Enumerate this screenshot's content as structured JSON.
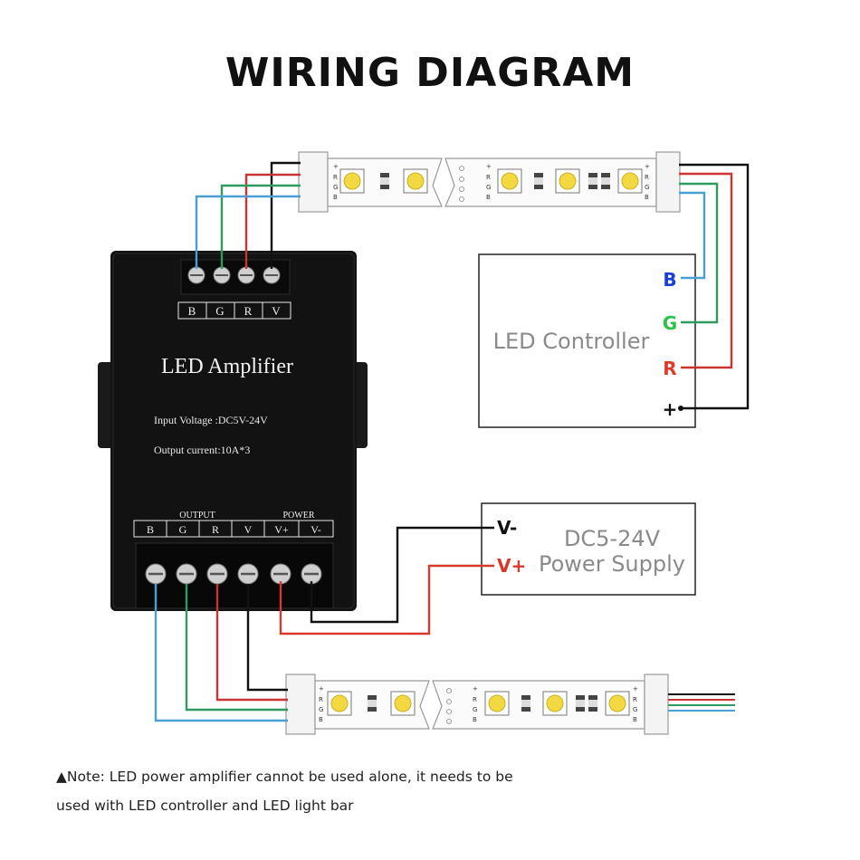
{
  "title": "WIRING DIAGRAM",
  "amplifier": {
    "name": "LED Amplifier",
    "input_voltage": "Input Voltage :DC5V-24V",
    "output_current": "Output current:10A*3",
    "input_terminals": [
      "B",
      "G",
      "R",
      "V"
    ],
    "output_header": "OUTPUT",
    "power_header": "POWER",
    "output_terminals": [
      "B",
      "G",
      "R",
      "V",
      "V+",
      "V-"
    ]
  },
  "controller": {
    "name": "LED Controller",
    "pins": [
      "B",
      "G",
      "R",
      "+"
    ]
  },
  "power_supply": {
    "line1": "DC5-24V",
    "line2": "Power Supply",
    "pins": [
      "V-",
      "V+"
    ]
  },
  "strip_pin_labels": [
    "+",
    "R",
    "G",
    "B"
  ],
  "note": {
    "line1": "▲Note: LED power amplifier cannot be used alone, it needs to be",
    "line2": "used with LED controller and LED light bar"
  },
  "colors": {
    "blue": "#4a9fd4",
    "green": "#2f9a5f",
    "red": "#cc3333",
    "black": "#111111",
    "controller_b": "#1a3fd6",
    "controller_g": "#2fc24a",
    "controller_r": "#e03a2a",
    "supply_v_plus": "#d8392b"
  }
}
